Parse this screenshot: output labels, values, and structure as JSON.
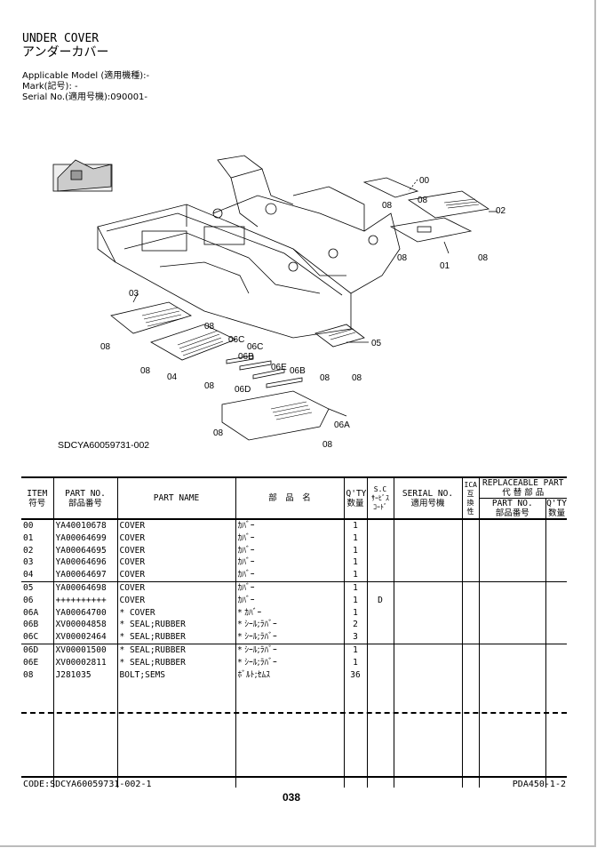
{
  "header": {
    "title_en": "UNDER COVER",
    "title_jp": "アンダーカバー",
    "applicable_model": "Applicable Model (適用機種):-",
    "mark": "Mark(記号): -",
    "serial": "Serial No.(適用号機):090001-"
  },
  "diagram": {
    "code": "SDCYA60059731-002",
    "callouts": [
      "00",
      "08",
      "02",
      "01",
      "08",
      "08",
      "03",
      "08",
      "08",
      "08",
      "04",
      "08",
      "06C",
      "06C",
      "06B",
      "06E",
      "06B",
      "06D",
      "05",
      "08",
      "08",
      "06A",
      "08",
      "08"
    ]
  },
  "table": {
    "headers": {
      "item_en": "ITEM",
      "item_jp": "符号",
      "partno_en": "PART NO.",
      "partno_jp": "部品番号",
      "partname": "PART NAME",
      "jpname": "部　品　名",
      "qty_en": "Q'TY",
      "qty_jp": "数量",
      "sc_1": "S.C",
      "sc_2": "ｻｰﾋﾞｽ",
      "sc_3": "ｺｰﾄﾞ",
      "serial_en": "SERIAL NO.",
      "serial_jp": "適用号機",
      "ica_1": "ICA",
      "ica_2": "互",
      "ica_3": "換",
      "ica_4": "性",
      "repl_en": "REPLACEABLE PART",
      "repl_jp": "代 替 部 品",
      "repl_partno_en": "PART NO.",
      "repl_partno_jp": "部品番号",
      "repl_qty_en": "Q'TY",
      "repl_qty_jp": "数量"
    },
    "rows": [
      {
        "item": "00",
        "part_no": "YA40010678",
        "name": "COVER",
        "jp": "ｶﾊﾞｰ",
        "qty": "1",
        "sc": ""
      },
      {
        "item": "01",
        "part_no": "YA00064699",
        "name": "COVER",
        "jp": "ｶﾊﾞｰ",
        "qty": "1",
        "sc": ""
      },
      {
        "item": "02",
        "part_no": "YA00064695",
        "name": "COVER",
        "jp": "ｶﾊﾞｰ",
        "qty": "1",
        "sc": ""
      },
      {
        "item": "03",
        "part_no": "YA00064696",
        "name": "COVER",
        "jp": "ｶﾊﾞｰ",
        "qty": "1",
        "sc": ""
      },
      {
        "item": "04",
        "part_no": "YA00064697",
        "name": "COVER",
        "jp": "ｶﾊﾞｰ",
        "qty": "1",
        "sc": ""
      },
      {
        "item": "05",
        "part_no": "YA00064698",
        "name": "COVER",
        "jp": "ｶﾊﾞｰ",
        "qty": "1",
        "sc": ""
      },
      {
        "item": "06",
        "part_no": "++++++++++",
        "name": "COVER",
        "jp": "ｶﾊﾞｰ",
        "qty": "1",
        "sc": "D"
      },
      {
        "item": "06A",
        "part_no": "YA00064700",
        "name": "* COVER",
        "jp": "* ｶﾊﾞｰ",
        "qty": "1",
        "sc": ""
      },
      {
        "item": "06B",
        "part_no": "XV00004858",
        "name": "* SEAL;RUBBER",
        "jp": "* ｼｰﾙ;ﾗﾊﾞｰ",
        "qty": "2",
        "sc": ""
      },
      {
        "item": "06C",
        "part_no": "XV00002464",
        "name": "* SEAL;RUBBER",
        "jp": "* ｼｰﾙ;ﾗﾊﾞｰ",
        "qty": "3",
        "sc": ""
      },
      {
        "item": "06D",
        "part_no": "XV00001500",
        "name": "* SEAL;RUBBER",
        "jp": "* ｼｰﾙ;ﾗﾊﾞｰ",
        "qty": "1",
        "sc": ""
      },
      {
        "item": "06E",
        "part_no": "XV00002811",
        "name": "* SEAL;RUBBER",
        "jp": "* ｼｰﾙ;ﾗﾊﾞｰ",
        "qty": "1",
        "sc": ""
      },
      {
        "item": "08",
        "part_no": "J281035",
        "name": "BOLT;SEMS",
        "jp": "ﾎﾞﾙﾄ;ｾﾑｽ",
        "qty": "36",
        "sc": ""
      }
    ]
  },
  "footer": {
    "code": "CODE:SDCYA60059731-002-1",
    "page": "038",
    "doc_ref": "PDA450-1-2"
  }
}
